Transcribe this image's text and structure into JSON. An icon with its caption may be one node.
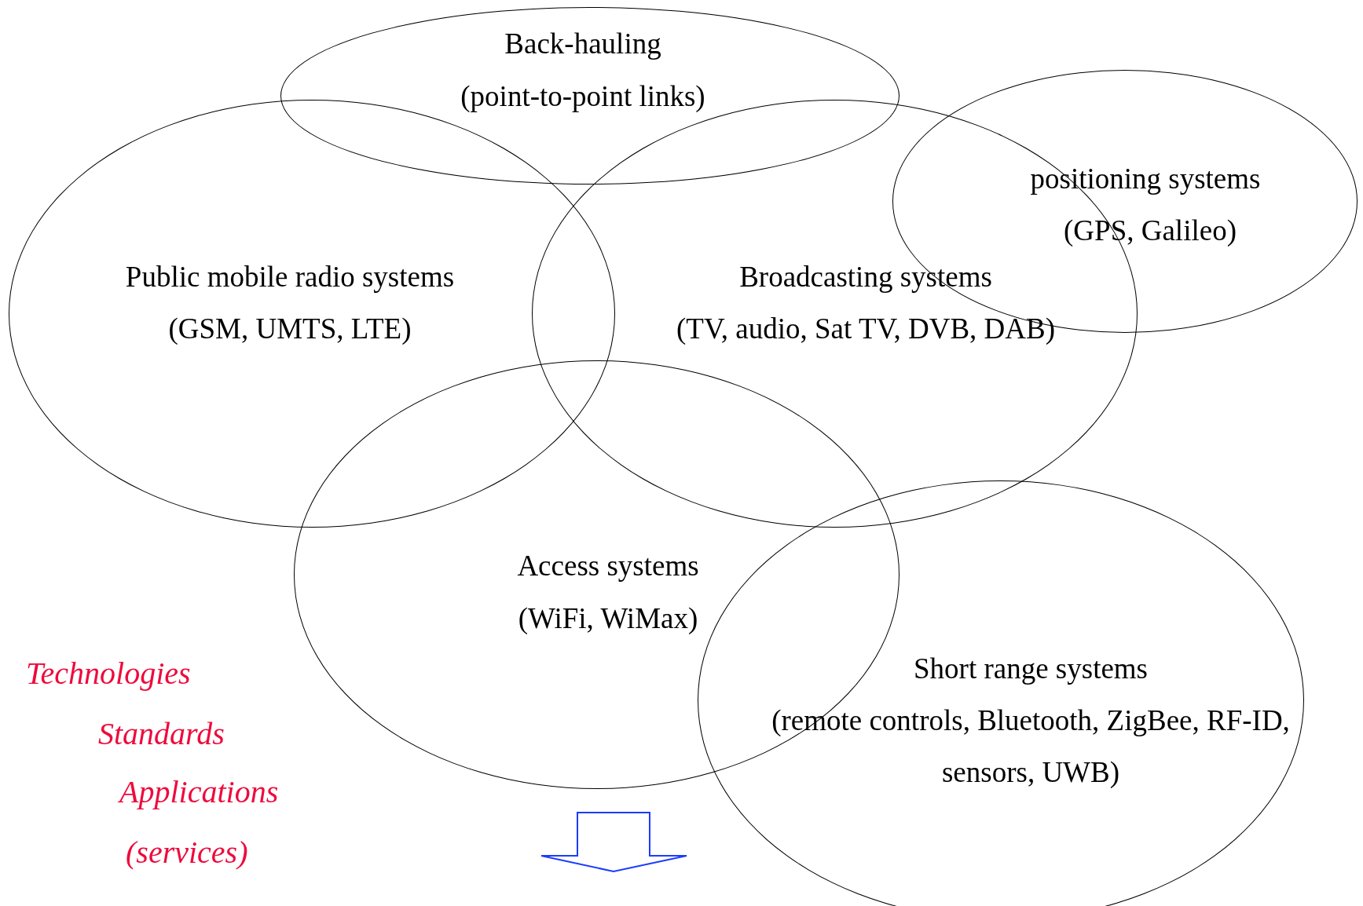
{
  "diagram": {
    "nodes": [
      {
        "text": [
          "Back-hauling",
          "(point-to-point links)"
        ]
      },
      {
        "text": [
          "positioning systems",
          "(GPS, Galileo)"
        ]
      },
      {
        "text": [
          "Public mobile radio systems",
          "(GSM, UMTS, LTE)"
        ]
      },
      {
        "text": [
          "Broadcasting systems",
          "(TV, audio, Sat TV, DVB, DAB)"
        ]
      },
      {
        "text": [
          "Access systems",
          "(WiFi, WiMax)"
        ]
      },
      {
        "text": [
          "Short range systems",
          "(remote controls, Bluetooth, ZigBee, RF-ID, sensors, UWB)"
        ]
      }
    ],
    "edges": [],
    "labels": [
      "Technologies",
      "Standards",
      "Applications",
      "(services)"
    ]
  }
}
